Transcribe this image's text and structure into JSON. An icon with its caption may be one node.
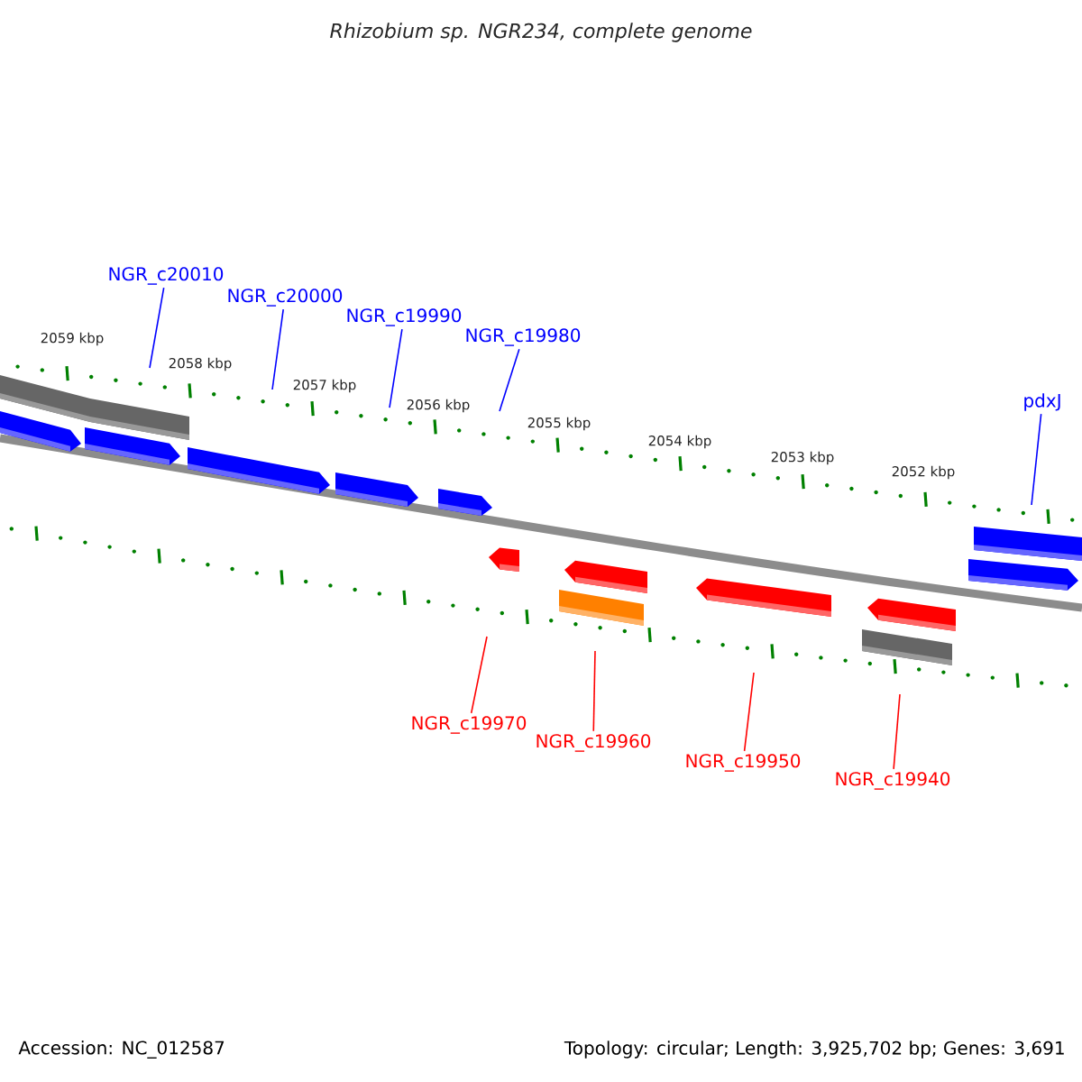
{
  "diagram": {
    "title": "Rhizobium sp. NGR234, complete genome",
    "nodes": [
      {
        "text": [
          "NGR_c20010"
        ]
      },
      {
        "text": [
          "NGR_c20000"
        ]
      },
      {
        "text": [
          "NGR_c19990"
        ]
      },
      {
        "text": [
          "NGR_c19980"
        ]
      },
      {
        "text": [
          "pdxJ"
        ]
      },
      {
        "text": [
          "NGR_c19970"
        ]
      },
      {
        "text": [
          "NGR_c19960"
        ]
      },
      {
        "text": [
          "NGR_c19950"
        ]
      },
      {
        "text": [
          "NGR_c19940"
        ]
      }
    ],
    "edges": [
      {
        "from": 0,
        "to": null,
        "arrow": "none"
      },
      {
        "from": 1,
        "to": null,
        "arrow": "none"
      },
      {
        "from": 2,
        "to": null,
        "arrow": "none"
      },
      {
        "from": 3,
        "to": null,
        "arrow": "none"
      },
      {
        "from": 4,
        "to": null,
        "arrow": "none"
      },
      {
        "from": 5,
        "to": null,
        "arrow": "none",
        "color": "#ff0000"
      },
      {
        "from": 6,
        "to": null,
        "arrow": "none",
        "color": "#ff0000"
      },
      {
        "from": 7,
        "to": null,
        "arrow": "none",
        "color": "#ff0000"
      },
      {
        "from": 8,
        "to": null,
        "arrow": "none",
        "color": "#ff0000"
      }
    ],
    "labels": [
      "2059 kbp",
      "2058 kbp",
      "2057 kbp",
      "2056 kbp",
      "2055 kbp",
      "2054 kbp",
      "2053 kbp",
      "2052 kbp",
      "Accession: NC_012587",
      "Topology: circular; Length: 3,925,702 bp; Genes: 3,691"
    ]
  }
}
